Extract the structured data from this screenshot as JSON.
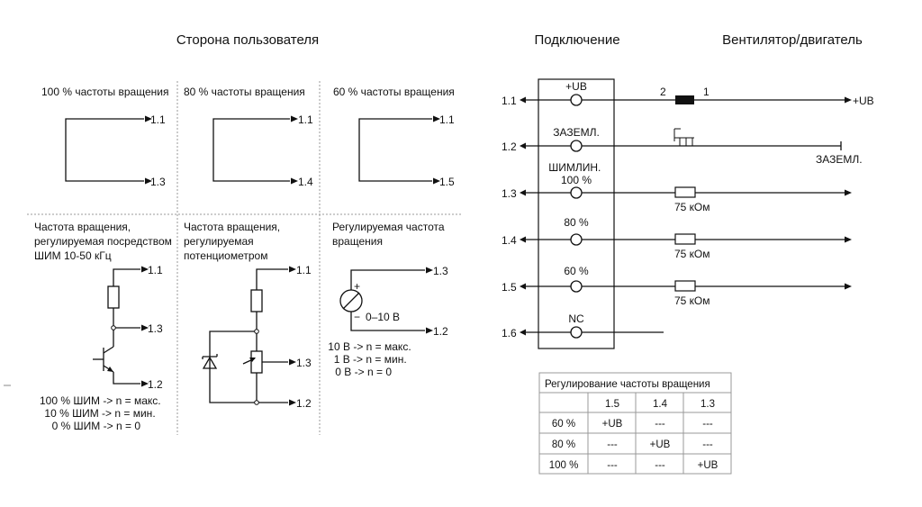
{
  "headers": {
    "user_side": "Сторона пользователя",
    "connection": "Подключение",
    "fan_motor": "Вентилятор/двигатель"
  },
  "user_panels": {
    "p1_title": "100 % частоты вращения",
    "p1_top": "1.1",
    "p1_bottom": "1.3",
    "p2_title": "80 % частоты вращения",
    "p2_top": "1.1",
    "p2_bottom": "1.4",
    "p3_title": "60 % частоты вращения",
    "p3_top": "1.1",
    "p3_bottom": "1.5",
    "p4_title_lines": [
      "Частота вращения,",
      "регулируемая посредством",
      "ШИМ 10-50 кГц"
    ],
    "p4_t1": "1.1",
    "p4_t2": "1.3",
    "p4_t3": "1.2",
    "p4_notes": [
      "100 % ШИМ -> n = макс.",
      "10 % ШИМ -> n = мин.",
      "0 % ШИМ -> n = 0"
    ],
    "p5_title_lines": [
      "Частота вращения,",
      "регулируемая",
      "потенциометром"
    ],
    "p5_t1": "1.1",
    "p5_t2": "1.3",
    "p5_t3": "1.2",
    "p6_title_lines": [
      "Регулируемая частота",
      "вращения"
    ],
    "p6_t1": "1.3",
    "p6_t2": "1.2",
    "p6_plus": "+",
    "p6_minus": "−",
    "p6_range": "0–10 В",
    "p6_notes": [
      "10 В -> n = макс.",
      "1 В -> n = мин.",
      "0 В -> n = 0"
    ]
  },
  "connector": {
    "pins": [
      {
        "num": "1.1",
        "label": "+UB"
      },
      {
        "num": "1.2",
        "label": "ЗАЗЕМЛ."
      },
      {
        "num": "1.3",
        "label_lines": [
          "ШИМЛИН.",
          "100 %"
        ]
      },
      {
        "num": "1.4",
        "label": "80 %"
      },
      {
        "num": "1.5",
        "label": "60 %"
      },
      {
        "num": "1.6",
        "label": "NC"
      }
    ]
  },
  "motor_side": {
    "line1_left_num": "2",
    "line1_right_num": "1",
    "line1_out": "+UB",
    "ground_label": "ЗАЗЕМЛ.",
    "resistors": [
      "75 кОм",
      "75 кОм",
      "75 кОм"
    ]
  },
  "speed_table": {
    "title": "Регулирование частоты вращения",
    "columns": [
      "1.5",
      "1.4",
      "1.3"
    ],
    "rows": [
      {
        "label": "60 %",
        "cells": [
          "+UB",
          "---",
          "---"
        ]
      },
      {
        "label": "80 %",
        "cells": [
          "---",
          "+UB",
          "---"
        ]
      },
      {
        "label": "100 %",
        "cells": [
          "---",
          "---",
          "+UB"
        ]
      }
    ]
  }
}
